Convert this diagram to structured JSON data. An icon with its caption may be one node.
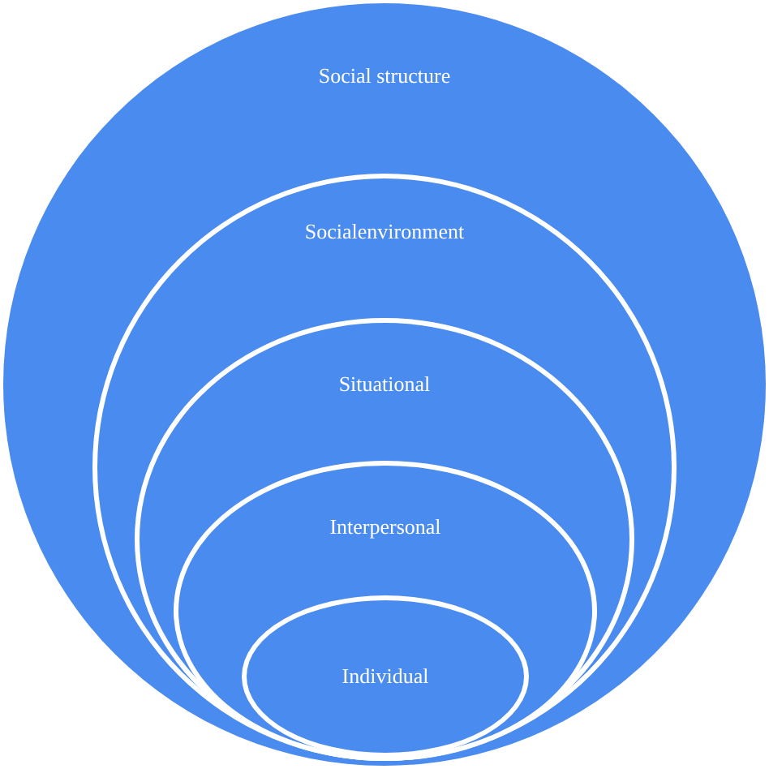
{
  "diagram": {
    "nodes": [
      {
        "text": [
          "Social structure"
        ]
      },
      {
        "text": [
          "Socialenvironment"
        ],
        "in": 0
      },
      {
        "text": [
          "Situational"
        ],
        "in": 1
      },
      {
        "text": [
          "Interpersonal"
        ],
        "in": 2
      },
      {
        "text": [
          "Individual"
        ],
        "in": 3
      }
    ]
  }
}
